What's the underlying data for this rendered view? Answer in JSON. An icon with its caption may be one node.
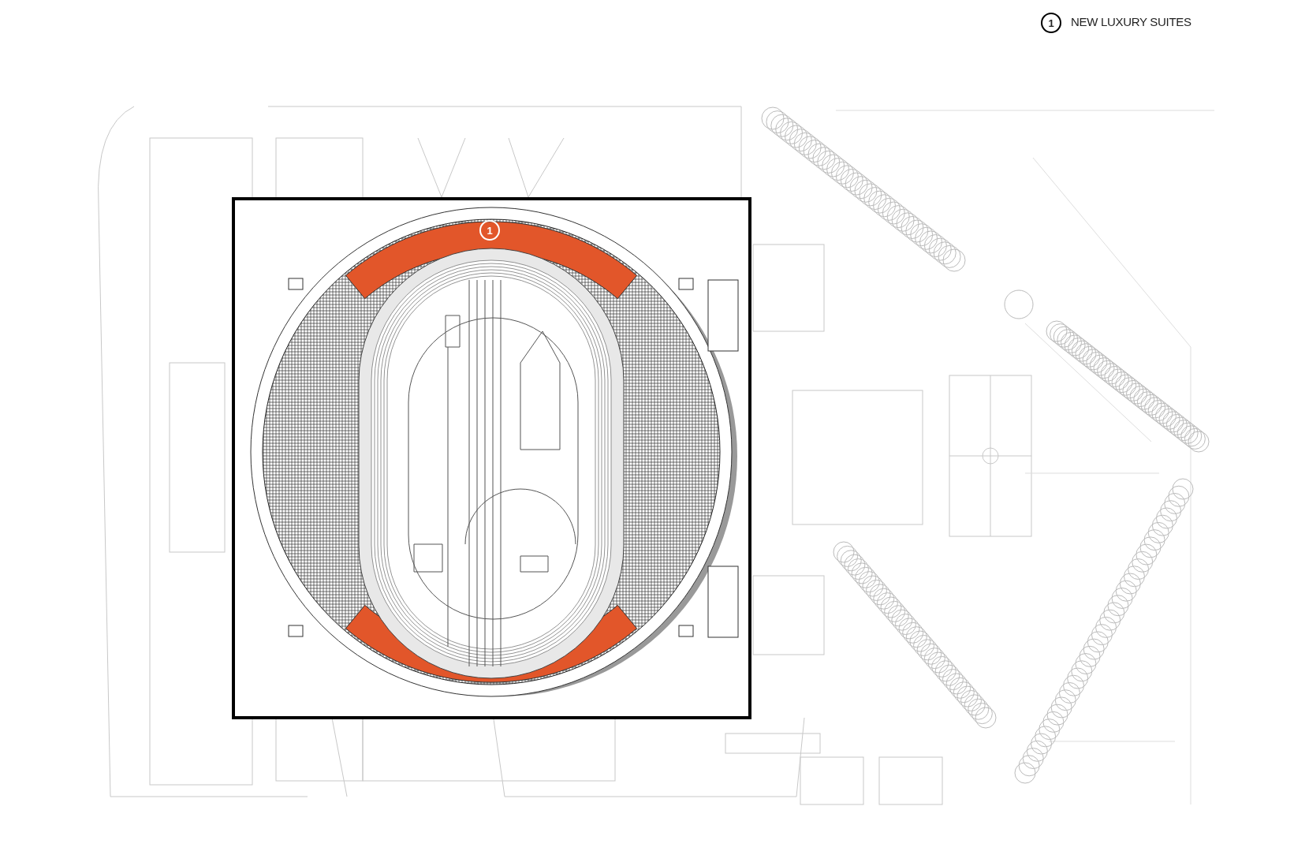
{
  "diagram": {
    "labels": [
      "1",
      "1"
    ],
    "legend": [
      {
        "text": "NEW LUXURY SUITES"
      }
    ]
  }
}
